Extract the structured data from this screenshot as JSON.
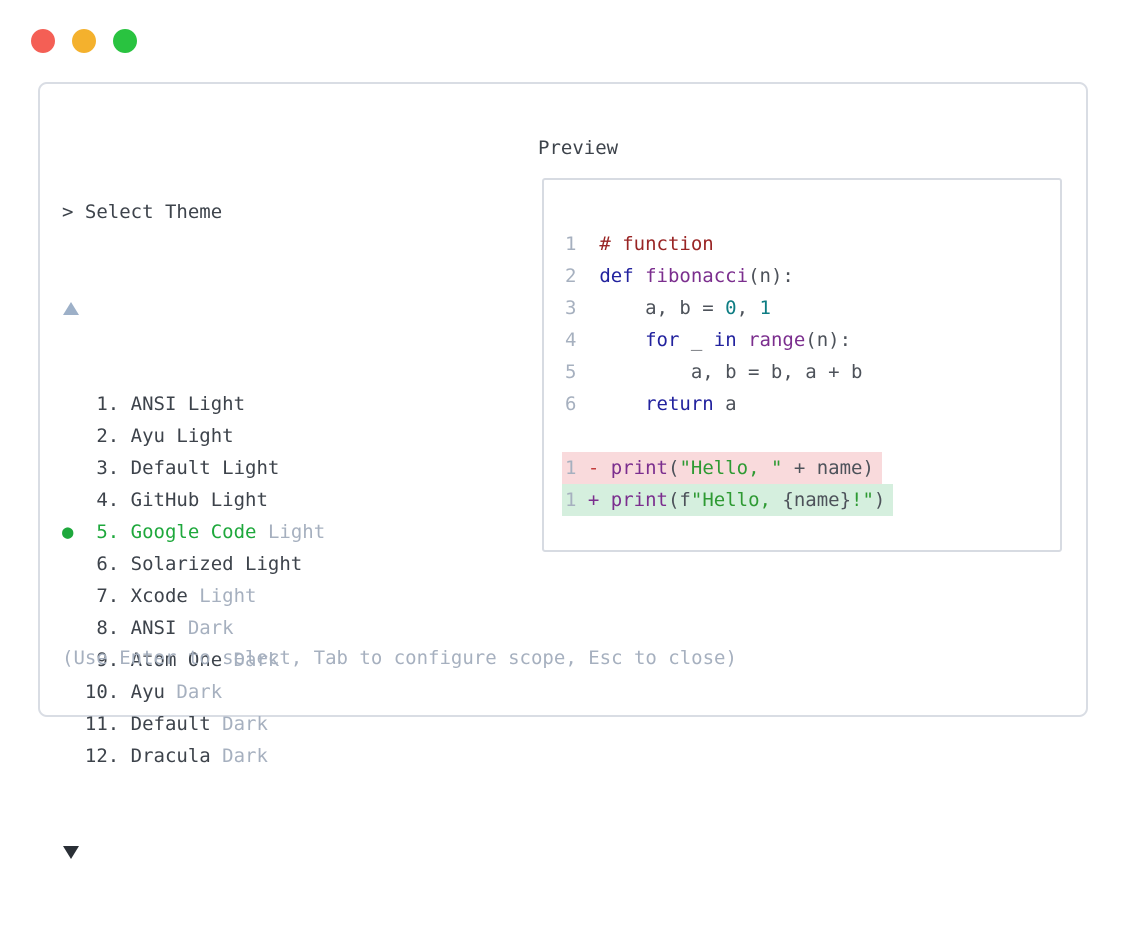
{
  "window": {
    "traffic_lights": [
      {
        "name": "close",
        "color": "#f45f55"
      },
      {
        "name": "minimize",
        "color": "#f4b12d"
      },
      {
        "name": "zoom",
        "color": "#29c340"
      }
    ]
  },
  "theme_picker": {
    "title": "> Select Theme",
    "scroll_up_icon": "up-triangle",
    "scroll_down_icon": "down-triangle",
    "items": [
      {
        "num": " 1",
        "name": "ANSI Light",
        "suffix": "",
        "selected": false
      },
      {
        "num": " 2",
        "name": "Ayu Light",
        "suffix": "",
        "selected": false
      },
      {
        "num": " 3",
        "name": "Default Light",
        "suffix": "",
        "selected": false
      },
      {
        "num": " 4",
        "name": "GitHub Light",
        "suffix": "",
        "selected": false
      },
      {
        "num": " 5",
        "name": "Google Code",
        "suffix": "Light",
        "selected": true
      },
      {
        "num": " 6",
        "name": "Solarized Light",
        "suffix": "",
        "selected": false
      },
      {
        "num": " 7",
        "name": "Xcode",
        "suffix": "Light",
        "selected": false
      },
      {
        "num": " 8",
        "name": "ANSI",
        "suffix": "Dark",
        "selected": false
      },
      {
        "num": " 9",
        "name": "Atom One",
        "suffix": "Dark",
        "selected": false
      },
      {
        "num": "10",
        "name": "Ayu",
        "suffix": "Dark",
        "selected": false
      },
      {
        "num": "11",
        "name": "Default",
        "suffix": "Dark",
        "selected": false
      },
      {
        "num": "12",
        "name": "Dracula",
        "suffix": "Dark",
        "selected": false
      }
    ],
    "hint": "(Use Enter to select, Tab to configure scope, Esc to close)"
  },
  "preview": {
    "label": "Preview",
    "code_lines": [
      {
        "num": "1",
        "tokens": [
          {
            "t": "# function",
            "c": "com"
          }
        ]
      },
      {
        "num": "2",
        "tokens": [
          {
            "t": "def",
            "c": "kwd"
          },
          {
            "t": " ",
            "c": "pln"
          },
          {
            "t": "fibonacci",
            "c": "typ"
          },
          {
            "t": "(n):",
            "c": "pln"
          }
        ]
      },
      {
        "num": "3",
        "tokens": [
          {
            "t": "    a, b = ",
            "c": "pln"
          },
          {
            "t": "0",
            "c": "lit"
          },
          {
            "t": ", ",
            "c": "pln"
          },
          {
            "t": "1",
            "c": "lit"
          }
        ]
      },
      {
        "num": "4",
        "tokens": [
          {
            "t": "    ",
            "c": "pln"
          },
          {
            "t": "for",
            "c": "kwd"
          },
          {
            "t": " _ ",
            "c": "pln"
          },
          {
            "t": "in",
            "c": "kwd"
          },
          {
            "t": " ",
            "c": "pln"
          },
          {
            "t": "range",
            "c": "typ"
          },
          {
            "t": "(n):",
            "c": "pln"
          }
        ]
      },
      {
        "num": "5",
        "tokens": [
          {
            "t": "        a, b = b, a + b",
            "c": "pln"
          }
        ]
      },
      {
        "num": "6",
        "tokens": [
          {
            "t": "    ",
            "c": "pln"
          },
          {
            "t": "return",
            "c": "kwd"
          },
          {
            "t": " a",
            "c": "pln"
          }
        ]
      }
    ],
    "diff_lines": [
      {
        "num": "1",
        "sign": "-",
        "kind": "removed",
        "tokens": [
          {
            "t": "print",
            "c": "typ"
          },
          {
            "t": "(",
            "c": "pln"
          },
          {
            "t": "\"Hello, \"",
            "c": "str"
          },
          {
            "t": " + name)",
            "c": "pln"
          }
        ]
      },
      {
        "num": "1",
        "sign": "+",
        "kind": "added",
        "tokens": [
          {
            "t": "print",
            "c": "typ"
          },
          {
            "t": "(f",
            "c": "pln"
          },
          {
            "t": "\"Hello, ",
            "c": "str"
          },
          {
            "t": "{name}",
            "c": "pln"
          },
          {
            "t": "!\"",
            "c": "str"
          },
          {
            "t": ")",
            "c": "pln"
          }
        ]
      }
    ]
  },
  "colors": {
    "accent_green": "#1ea83c",
    "text_dark": "#3d434b",
    "text_muted": "#a6b0bf",
    "panel_border": "#d9dde4",
    "preview_border": "#d7dbe2",
    "code_plain": "#4d525a",
    "code_comment": "#992525",
    "code_keyword": "#22229e",
    "code_function": "#7b2e8e",
    "code_literal": "#0e7d83",
    "code_string": "#2e9a33",
    "diff_minus": "#c33c3c",
    "diff_removed_bg": "#f9dadc",
    "diff_added_bg": "#d5efde",
    "traffic_red": "#f45f55",
    "traffic_yellow": "#f4b12d",
    "traffic_green": "#29c340",
    "scroll_up_arrow": "#9db0c8",
    "scroll_down_arrow": "#2a2f36"
  }
}
